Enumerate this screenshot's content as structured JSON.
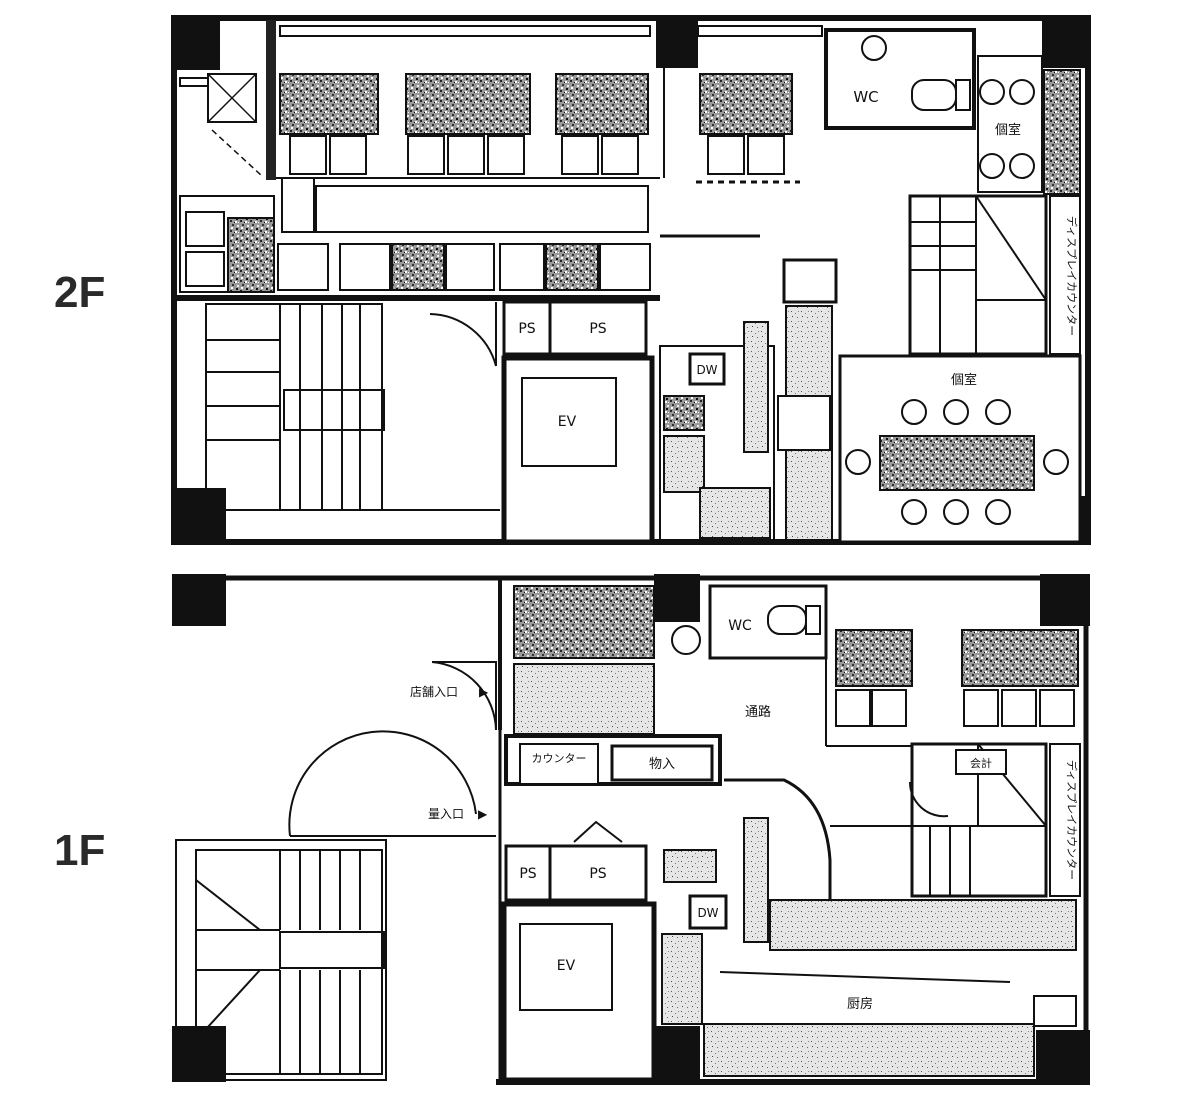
{
  "floors": {
    "upper": {
      "label": "2F",
      "rooms": {
        "wc": "WC",
        "private_room_top": "個室",
        "private_room_main": "個室",
        "display_counter": "ディスプレイカウンター",
        "ps_left": "PS",
        "ps_right": "PS",
        "ev": "EV",
        "dw": "DW"
      }
    },
    "lower": {
      "label": "1F",
      "rooms": {
        "wc": "WC",
        "passage": "通路",
        "counter": "カウンター",
        "storage": "物入",
        "shop_entrance": "店舗入口",
        "entrance": "量入口",
        "ps_left": "PS",
        "ps_right": "PS",
        "ev": "EV",
        "dw": "DW",
        "kitchen": "厨房",
        "display_counter": "ディスプレイカウンター",
        "cashier": "会計"
      }
    }
  }
}
